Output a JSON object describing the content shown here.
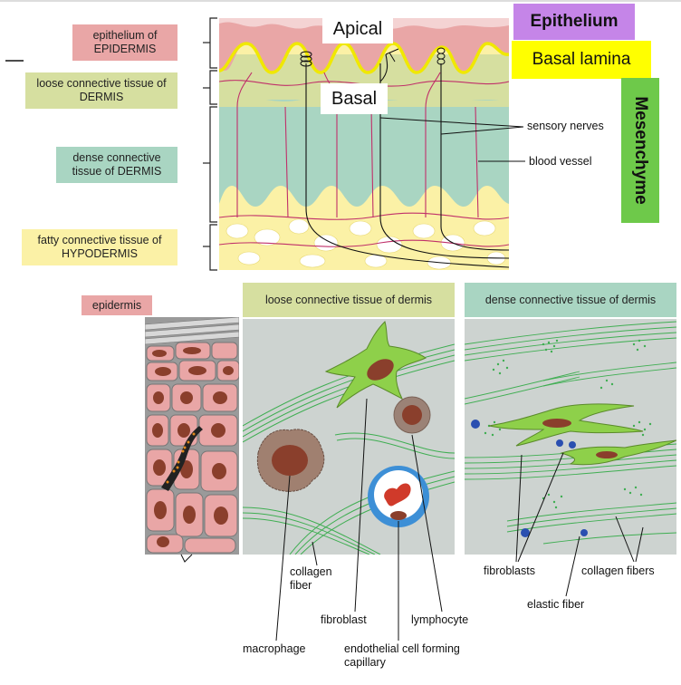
{
  "top_labels": {
    "epidermis": "epithelium of EPIDERMIS",
    "loose": "loose connective tissue of DERMIS",
    "dense": "dense connective tissue of DERMIS",
    "fatty": "fatty connective tissue of HYPODERMIS"
  },
  "overlays": {
    "apical": "Apical",
    "basal": "Basal",
    "epithelium": "Epithelium",
    "basal_lamina": "Basal lamina",
    "mesenchyme": "Mesenchyme"
  },
  "right_labels": {
    "sensory_nerves": "sensory nerves",
    "blood_vessel": "blood vessel"
  },
  "panels": {
    "epidermis": "epidermis",
    "loose": "loose connective tissue of dermis",
    "dense": "dense connective tissue of dermis"
  },
  "bottom_labels": {
    "collagen_fiber": "collagen fiber",
    "fibroblast": "fibroblast",
    "lymphocyte": "lymphocyte",
    "macrophage": "macrophage",
    "endothelial": "endothelial cell forming capillary",
    "fibroblasts": "fibroblasts",
    "collagen_fibers": "collagen fibers",
    "elastic_fiber": "elastic fiber"
  },
  "colors": {
    "epidermis_pink": "#e9a6a6",
    "loose_green": "#d6dfa0",
    "dense_teal": "#a9d5c2",
    "fatty_yellow": "#fbf1a6",
    "epithelium_tag": "#c585e8",
    "basal_lamina_tag": "#ffff00",
    "mesenchyme_tag": "#6ec94a"
  }
}
